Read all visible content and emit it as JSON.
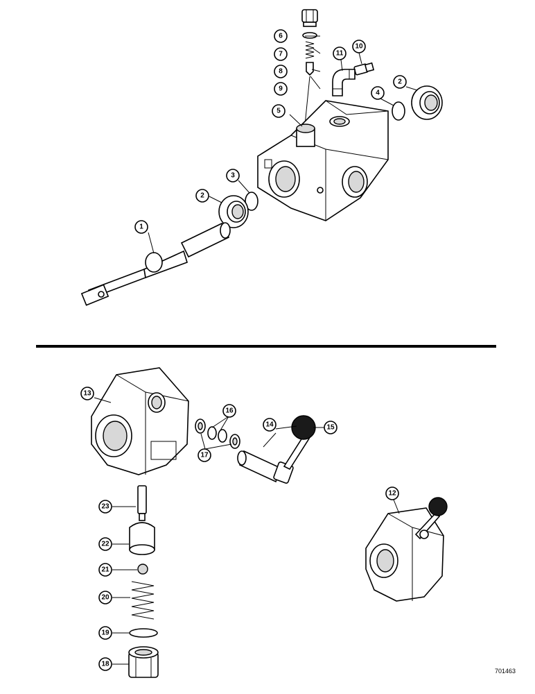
{
  "callouts": [
    "1",
    "2",
    "2",
    "3",
    "4",
    "5",
    "6",
    "7",
    "8",
    "9",
    "10",
    "11",
    "12",
    "13",
    "14",
    "15",
    "16",
    "17",
    "18",
    "19",
    "20",
    "21",
    "22",
    "23"
  ],
  "drawing_id": "701463",
  "colors": {
    "ink": "#000000",
    "paper": "#ffffff",
    "knob": "#111111"
  }
}
